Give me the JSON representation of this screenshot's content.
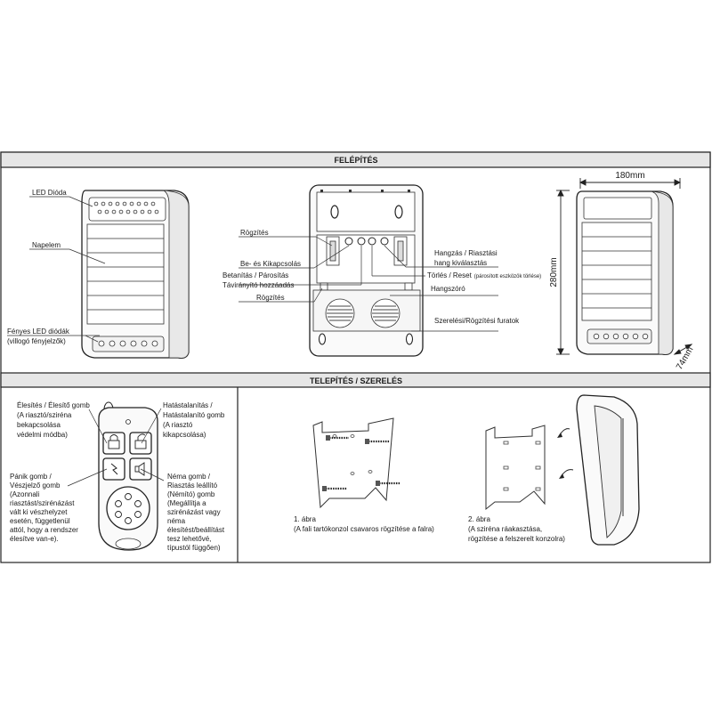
{
  "sections": {
    "top_header": "FELÉPÍTÉS",
    "bottom_header": "TELEPÍTÉS / SZERELÉS"
  },
  "front_view": {
    "led_dioda": "LED Dióda",
    "napelem": "Napelem",
    "fenyes_led_1": "Fényes LED diódák",
    "fenyes_led_2": "(villogó fényjelzők)"
  },
  "back_view": {
    "rogzites_1": "Rögzítés",
    "be_ki": "Be- és Kikapcsolás",
    "betanitas": "Betanítás / Párosítás",
    "taviranyito": "Távirányító hozzáadás",
    "rogzites_2": "Rögzítés",
    "hangzas_1": "Hangzás / Riasztási",
    "hangzas_2": "hang kiválasztás",
    "torles": "Törlés / Reset",
    "torles_note": "(párosított eszközök törlése)",
    "hangszoro": "Hangszóró",
    "szerelesi": "Szerelési/Rögzítési furatok"
  },
  "dimensions": {
    "width": "180mm",
    "height": "280mm",
    "depth": "74mm"
  },
  "remote": {
    "arm_lines": [
      "Élesítés / Élesítő gomb",
      "(A riasztó/sziréna",
      "bekapcsolása",
      "védelmi módba)"
    ],
    "disarm_lines": [
      "Hatástalanítás /",
      "Hatástalanító gomb",
      "(A riasztó",
      "kikapcsolása)"
    ],
    "panic_lines": [
      "Pánik gomb /",
      "Vészjelző gomb",
      "(Azonnali",
      "riasztást/szirénázást",
      "vált ki vészhelyzet",
      "esetén, függetlenül",
      "attól, hogy a rendszer",
      "élesítve van-e)."
    ],
    "silent_lines": [
      "Néma gomb /",
      "Riasztás leállító",
      "(Némító) gomb",
      "(Megállítja a",
      "szirénázást vagy",
      "néma",
      "élesítést/beállítást",
      "tesz lehetővé,",
      "típustól függően)"
    ]
  },
  "mounting": {
    "fig1_lines": [
      "1. ábra",
      "(A fali tartókonzol csavaros rögzítése a falra)"
    ],
    "fig2_lines": [
      "2. ábra",
      "(A sziréna ráakasztása,",
      "rögzítése a felszerelt konzolra)"
    ]
  }
}
